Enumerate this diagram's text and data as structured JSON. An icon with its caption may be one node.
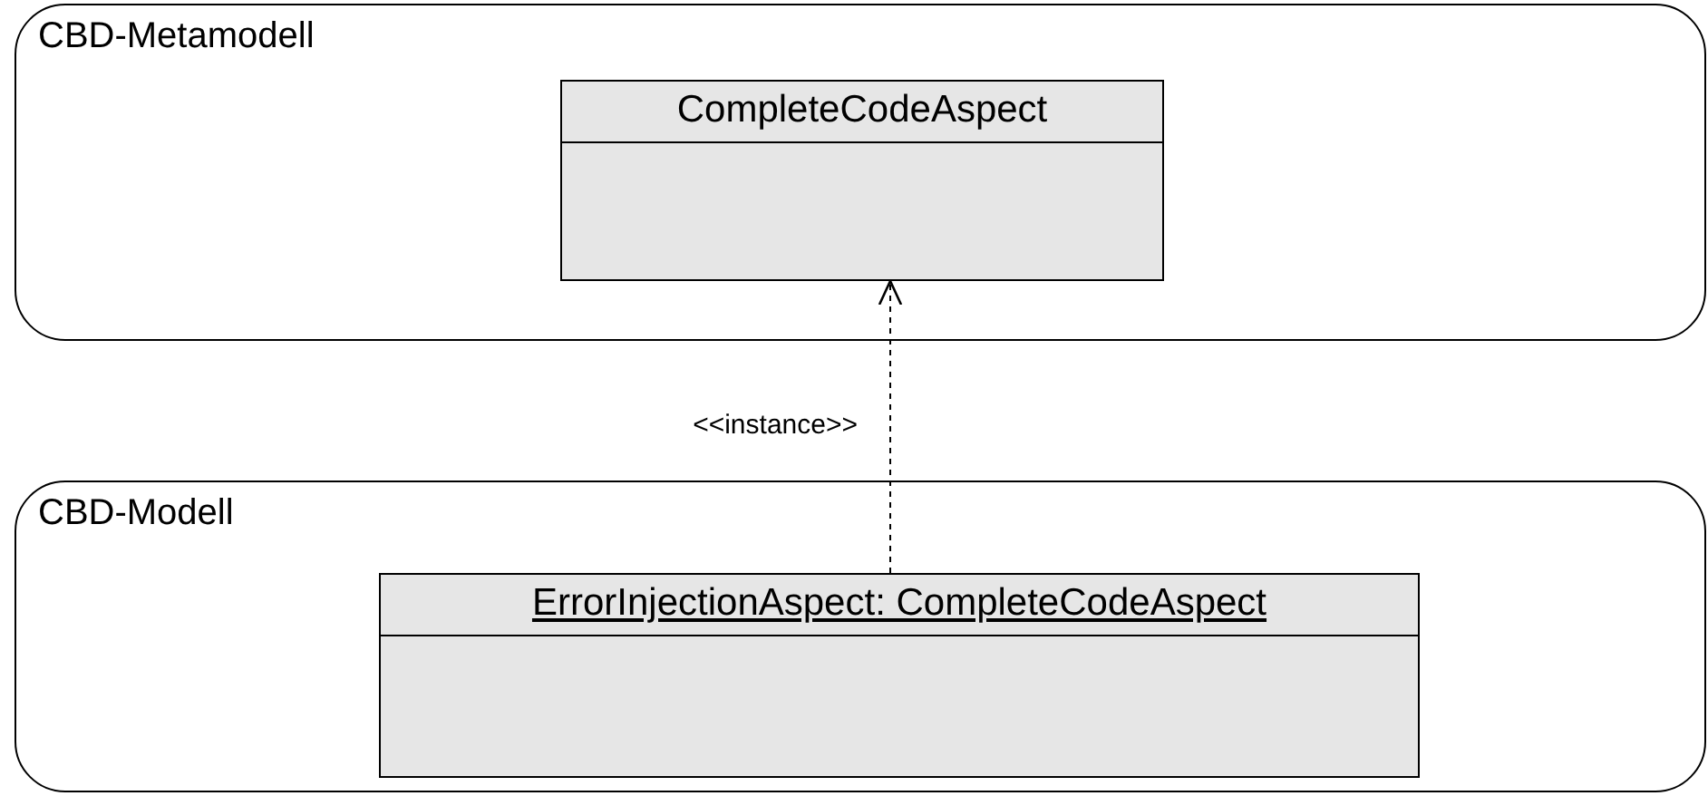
{
  "diagram": {
    "nodes": [
      {
        "text": [
          "CBD-Metamodell"
        ]
      },
      {
        "text": [
          "CompleteCodeAspect"
        ],
        "in": 0
      },
      {
        "text": [
          "CBD-Modell"
        ]
      },
      {
        "text": [
          "ErrorInjectionAspect: CompleteCodeAspect"
        ],
        "in": 2
      }
    ],
    "edges": [
      {
        "from": 3,
        "to": 1,
        "arrow": "to",
        "style": "dashed",
        "label": "<<instance>>"
      }
    ]
  }
}
